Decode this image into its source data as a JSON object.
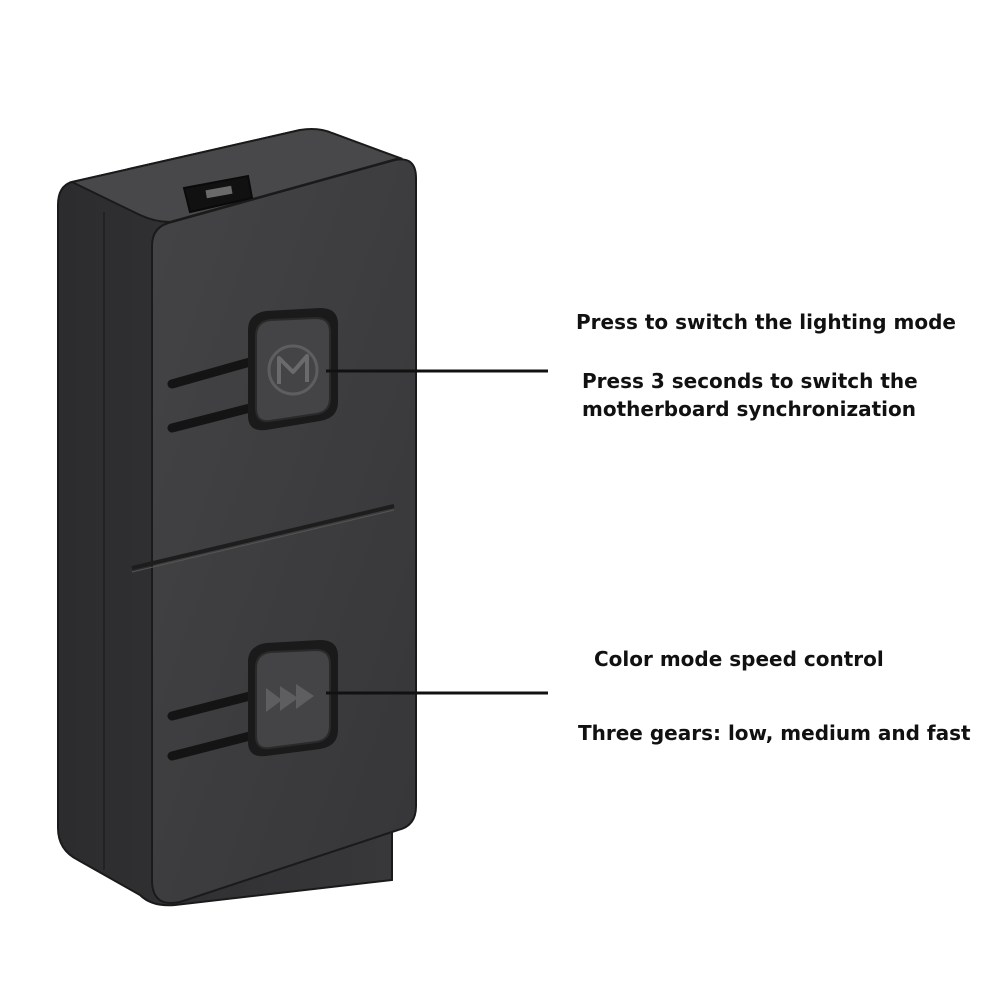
{
  "colors": {
    "body": "#3b3b3d",
    "body_side": "#2e2e30",
    "outline": "#161616",
    "line": "#111111",
    "text": "#111111",
    "background": "#ffffff"
  },
  "callouts": {
    "mode_button": {
      "icon": "m-letter-icon",
      "title": "Press to switch the lighting mode",
      "detail_line1": "Press 3 seconds to switch the",
      "detail_line2": "motherboard synchronization"
    },
    "speed_button": {
      "icon": "fast-forward-icon",
      "title": "Color mode speed control",
      "detail": "Three gears: low, medium and fast"
    }
  }
}
